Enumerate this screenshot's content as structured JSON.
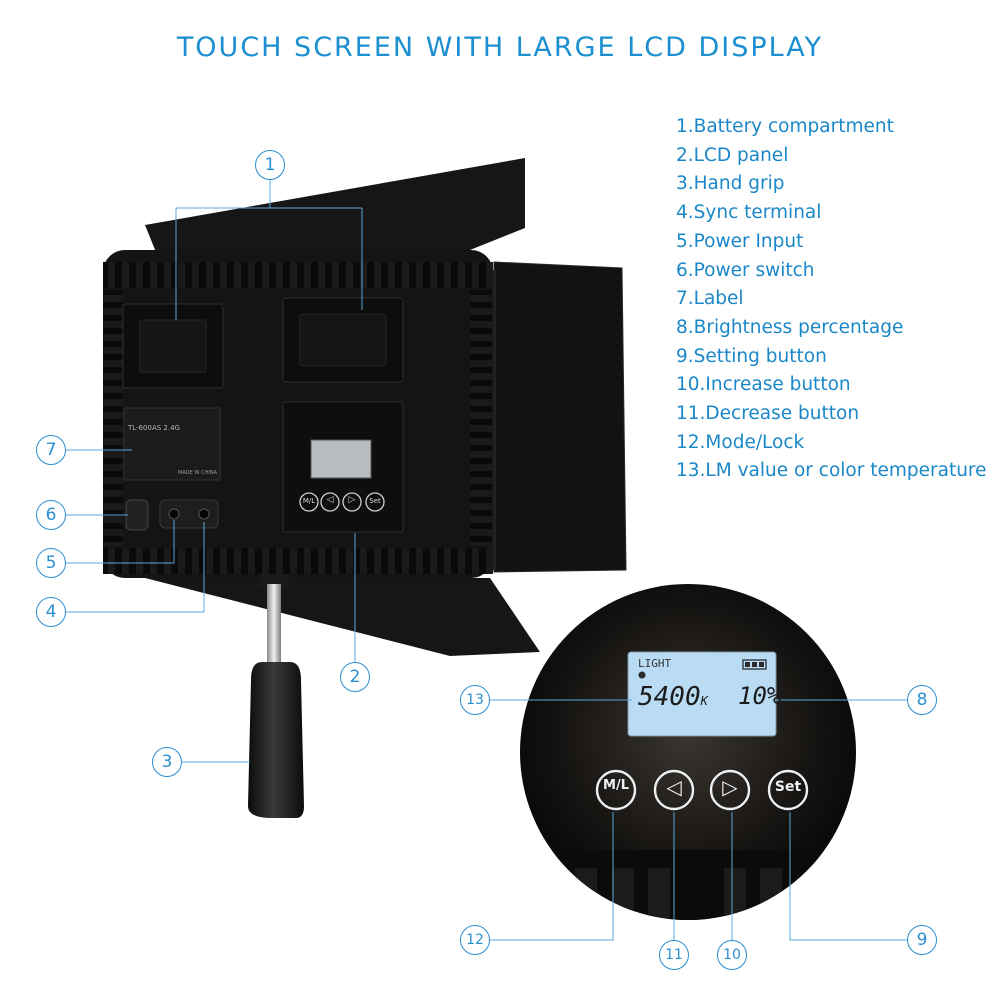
{
  "title": "TOUCH SCREEN WITH LARGE LCD DISPLAY",
  "legend": [
    "1.Battery compartment",
    "2.LCD panel",
    "3.Hand grip",
    "4.Sync terminal",
    "5.Power Input",
    "6.Power switch",
    "7.Label",
    "8.Brightness percentage",
    "9.Setting button",
    "10.Increase button",
    "11.Decrease button",
    "12.Mode/Lock",
    "13.LM value or color temperature"
  ],
  "callouts": [
    "1",
    "2",
    "3",
    "4",
    "5",
    "6",
    "7",
    "8",
    "9",
    "10",
    "11",
    "12",
    "13"
  ],
  "device_label": {
    "model": "TL-600AS 2.4G",
    "origin": "MADE IN CHINA"
  },
  "lcd": {
    "mode": "LIGHT",
    "temperature": "5400",
    "temperature_unit": "K",
    "brightness": "10%"
  },
  "buttons": {
    "mode_lock": "M/L",
    "decrease": "◁",
    "increase": "▷",
    "set": "Set"
  },
  "colors": {
    "accent": "#1b8fd0",
    "lcd_screen": "#b9dcf4",
    "device_body": "#141414"
  }
}
